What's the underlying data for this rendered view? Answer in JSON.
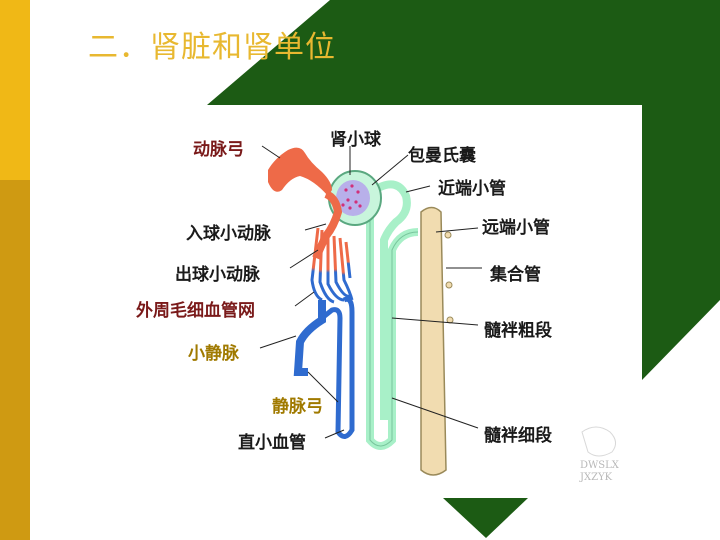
{
  "slide": {
    "title": "二．肾脏和肾单位"
  },
  "diagram_labels": {
    "arcuate_artery": "动脉弓",
    "glomerulus": "肾小球",
    "bowman_capsule": "包曼氏囊",
    "proximal_tubule": "近端小管",
    "afferent_arteriole": "入球小动脉",
    "distal_tubule": "远端小管",
    "efferent_arteriole": "出球小动脉",
    "collecting_duct": "集合管",
    "peritubular_capillary": "外周毛细血管网",
    "thick_segment": "髓袢粗段",
    "small_vein": "小静脉",
    "arcuate_vein": "静脉弓",
    "vasa_recta": "直小血管",
    "thin_segment": "髓袢细段"
  },
  "watermark": {
    "line1": "DWSLX",
    "line2": "JXZYK"
  },
  "colors": {
    "dark_green": "#1c5b14",
    "gold_bar": "#f0b816",
    "title": "#e8b830",
    "artery": "#ee6a48",
    "vein": "#2f6bcf",
    "tubule": "#a8f0c8",
    "collecting_duct": "#f1dcb0"
  }
}
